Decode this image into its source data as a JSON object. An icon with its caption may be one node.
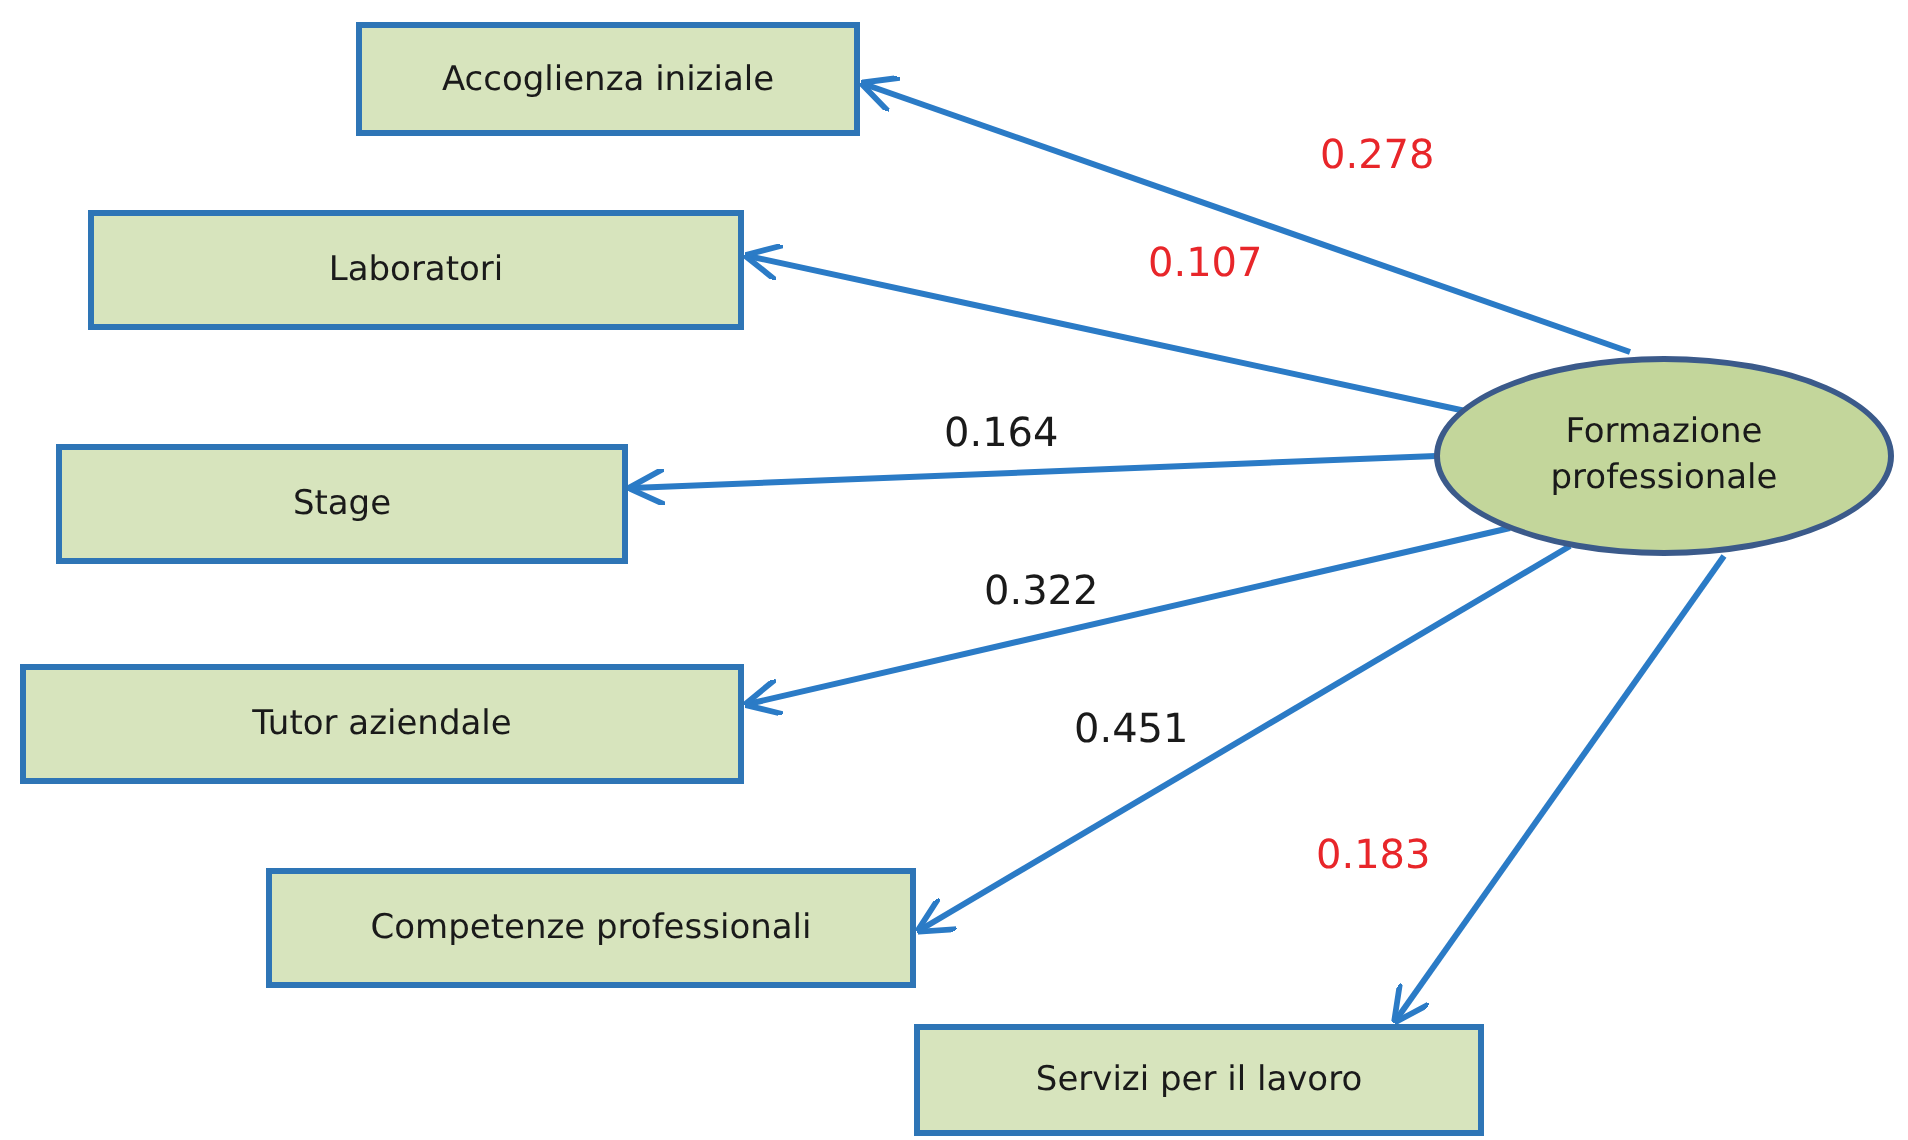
{
  "diagram": {
    "nodes": [
      {
        "text": [
          "Accoglienza iniziale"
        ]
      },
      {
        "text": [
          "Laboratori"
        ]
      },
      {
        "text": [
          "Formazione professionale"
        ]
      },
      {
        "text": [
          "Stage"
        ]
      },
      {
        "text": [
          "Tutor aziendale"
        ]
      },
      {
        "text": [
          "Competenze professionali"
        ]
      },
      {
        "text": [
          "Servizi per il lavoro"
        ]
      }
    ],
    "edges": [
      {
        "from": 2,
        "to": 0,
        "arrow": "to",
        "label": "0.278"
      },
      {
        "from": 2,
        "to": 1,
        "arrow": "to",
        "label": "0.107"
      },
      {
        "from": 2,
        "to": 3,
        "arrow": "to",
        "label": "0.164"
      },
      {
        "from": 2,
        "to": 4,
        "arrow": "to",
        "label": "0.322"
      },
      {
        "from": 2,
        "to": 5,
        "arrow": "to",
        "label": "0.451"
      },
      {
        "from": 2,
        "to": 6,
        "arrow": "to",
        "label": "0.183"
      }
    ]
  }
}
